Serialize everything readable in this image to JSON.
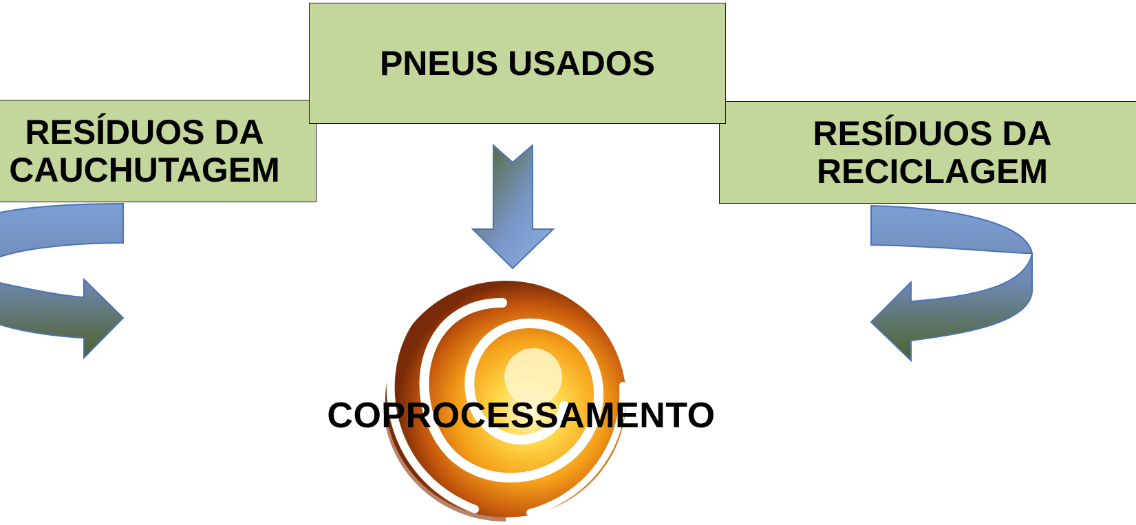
{
  "boxes": {
    "left": {
      "text": "RESÍDUOS DA\nCAUCHUTAGEM"
    },
    "center": {
      "text": "PNEUS USADOS"
    },
    "right": {
      "text": "RESÍDUOS DA\nRECICLAGEM"
    }
  },
  "center_node": {
    "text": "COPROCESSAMENTO",
    "icon": "kiln-flame-spiral-icon"
  },
  "colors": {
    "box_fill": "#c3d69b",
    "box_border": "#1a1a1a",
    "arrow_top": "#8eb4e3",
    "arrow_bottom": "#4f6228"
  }
}
